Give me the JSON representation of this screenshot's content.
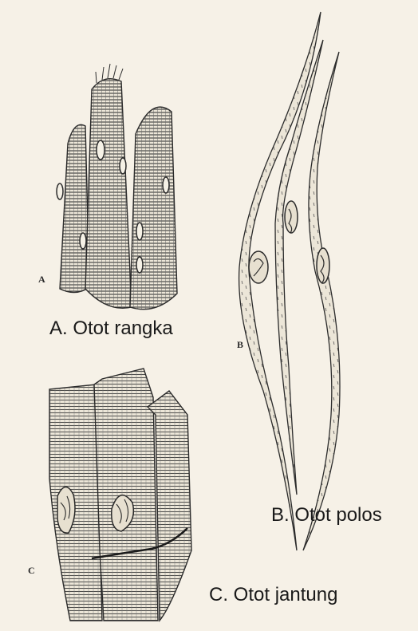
{
  "panels": {
    "a": {
      "letter": "A",
      "caption": "A. Otot rangka"
    },
    "b": {
      "letter": "B",
      "caption": "B. Otot polos"
    },
    "c": {
      "letter": "C",
      "caption": "C. Otot jantung"
    }
  },
  "colors": {
    "paper": "#f6f1e7",
    "ink": "#2b2b2b",
    "cell_fill": "#ece6d8"
  }
}
